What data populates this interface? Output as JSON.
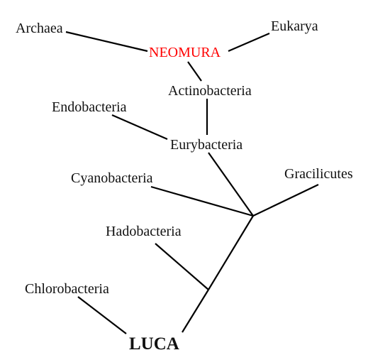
{
  "diagram": {
    "type": "phylogenetic-tree",
    "labels": {
      "archaea": "Archaea",
      "eukarya": "Eukarya",
      "neomura": "NEOMURA",
      "actinobacteria": "Actinobacteria",
      "endobacteria": "Endobacteria",
      "eurybacteria": "Eurybacteria",
      "cyanobacteria": "Cyanobacteria",
      "gracilicutes": "Gracilicutes",
      "hadobacteria": "Hadobacteria",
      "chlorobacteria": "Chlorobacteria",
      "luca": "LUCA"
    },
    "colors": {
      "highlight": "#ff0000",
      "text": "#111111",
      "line": "#000000"
    },
    "edges": [
      [
        "archaea",
        "neomura"
      ],
      [
        "eukarya",
        "neomura"
      ],
      [
        "neomura",
        "actinobacteria"
      ],
      [
        "actinobacteria",
        "eurybacteria"
      ],
      [
        "endobacteria",
        "eurybacteria"
      ],
      [
        "eurybacteria",
        "node-gracilicutes"
      ],
      [
        "cyanobacteria",
        "node-gracilicutes"
      ],
      [
        "gracilicutes",
        "node-gracilicutes"
      ],
      [
        "node-gracilicutes",
        "node-hadobacteria"
      ],
      [
        "hadobacteria",
        "node-hadobacteria"
      ],
      [
        "node-hadobacteria",
        "luca"
      ],
      [
        "chlorobacteria",
        "luca"
      ]
    ]
  }
}
